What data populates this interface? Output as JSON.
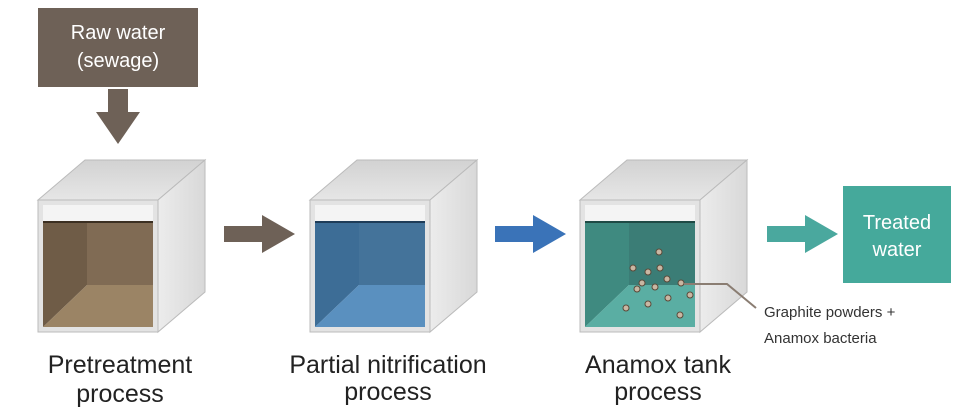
{
  "input": {
    "line1": "Raw water",
    "line2": "(sewage)",
    "color": "#6e6157"
  },
  "stages": [
    {
      "line1": "Pretreatment",
      "line2": "process",
      "water_color": "#7a6650"
    },
    {
      "line1": "Partial nitrification",
      "line2": "process",
      "water_color": "#3f74a0"
    },
    {
      "line1": "Anamox tank",
      "line2": "process",
      "water_color": "#3f8f87"
    }
  ],
  "output": {
    "line1": "Treated",
    "line2": "water",
    "color": "#45a99b"
  },
  "callout": {
    "line1": "Graphite powders +",
    "line2": "Anamox bacteria"
  },
  "colors": {
    "arrow_brown": "#6e6157",
    "arrow_blue": "#3a73b8",
    "arrow_teal": "#4aa89e",
    "tank_frame": "#e4e4e4"
  }
}
